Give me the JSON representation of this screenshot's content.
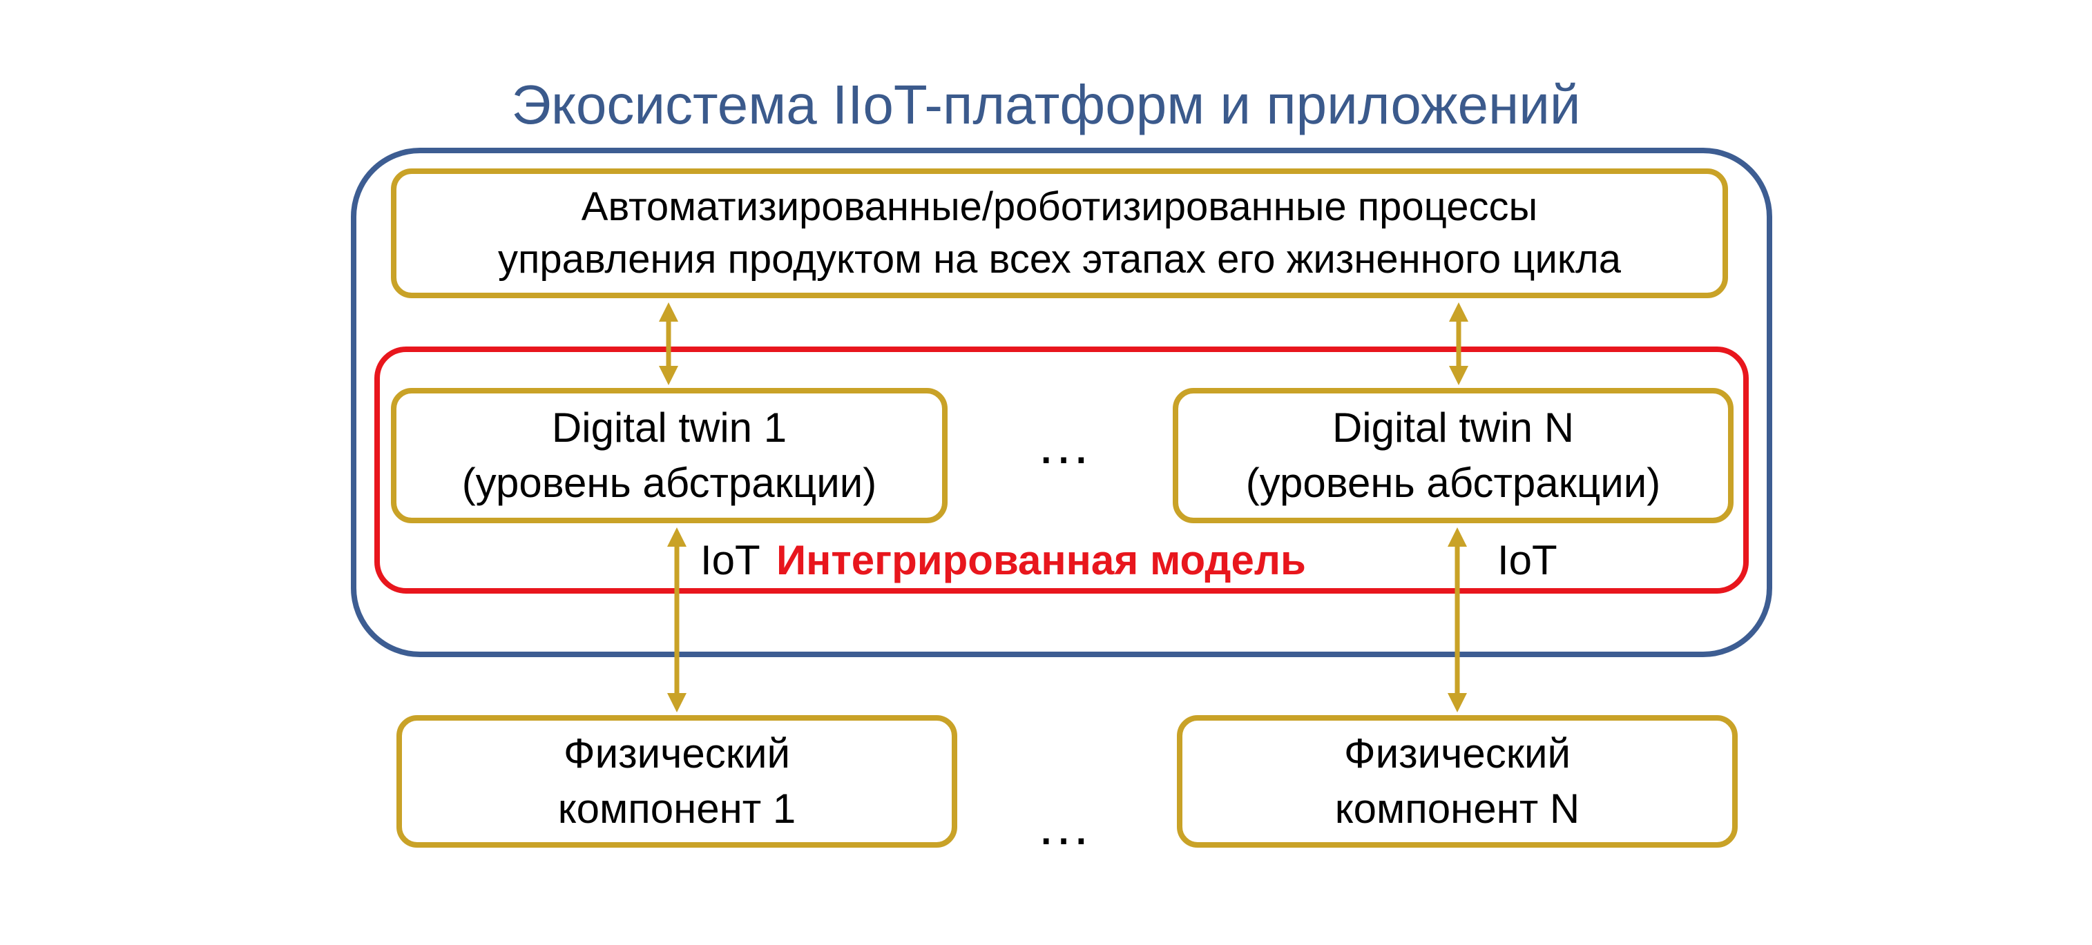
{
  "title": "Экосистема IIoT-платформ и приложений",
  "process_box": {
    "line1": "Автоматизированные/роботизированные процессы",
    "line2": "управления продуктом на всех этапах его жизненного цикла"
  },
  "twin_1": {
    "line1": "Digital twin  1",
    "line2": "(уровень абстракции)"
  },
  "twin_n": {
    "line1": "Digital twin  N",
    "line2": "(уровень абстракции)"
  },
  "ellipsis": "…",
  "iot_left": "IoT",
  "iot_right": "IoT",
  "model_label": "Интегрированная модель",
  "physical_1": {
    "line1": "Физический",
    "line2": "компонент 1"
  },
  "physical_n": {
    "line1": "Физический",
    "line2": "компонент N"
  },
  "colors": {
    "title_blue": "#3b5a8c",
    "eco_frame_blue": "#3d5d92",
    "model_frame_red": "#e8161d",
    "model_label_red": "#e8161d",
    "box_gold": "#c9a227",
    "arrow_gold": "#c9a227"
  }
}
